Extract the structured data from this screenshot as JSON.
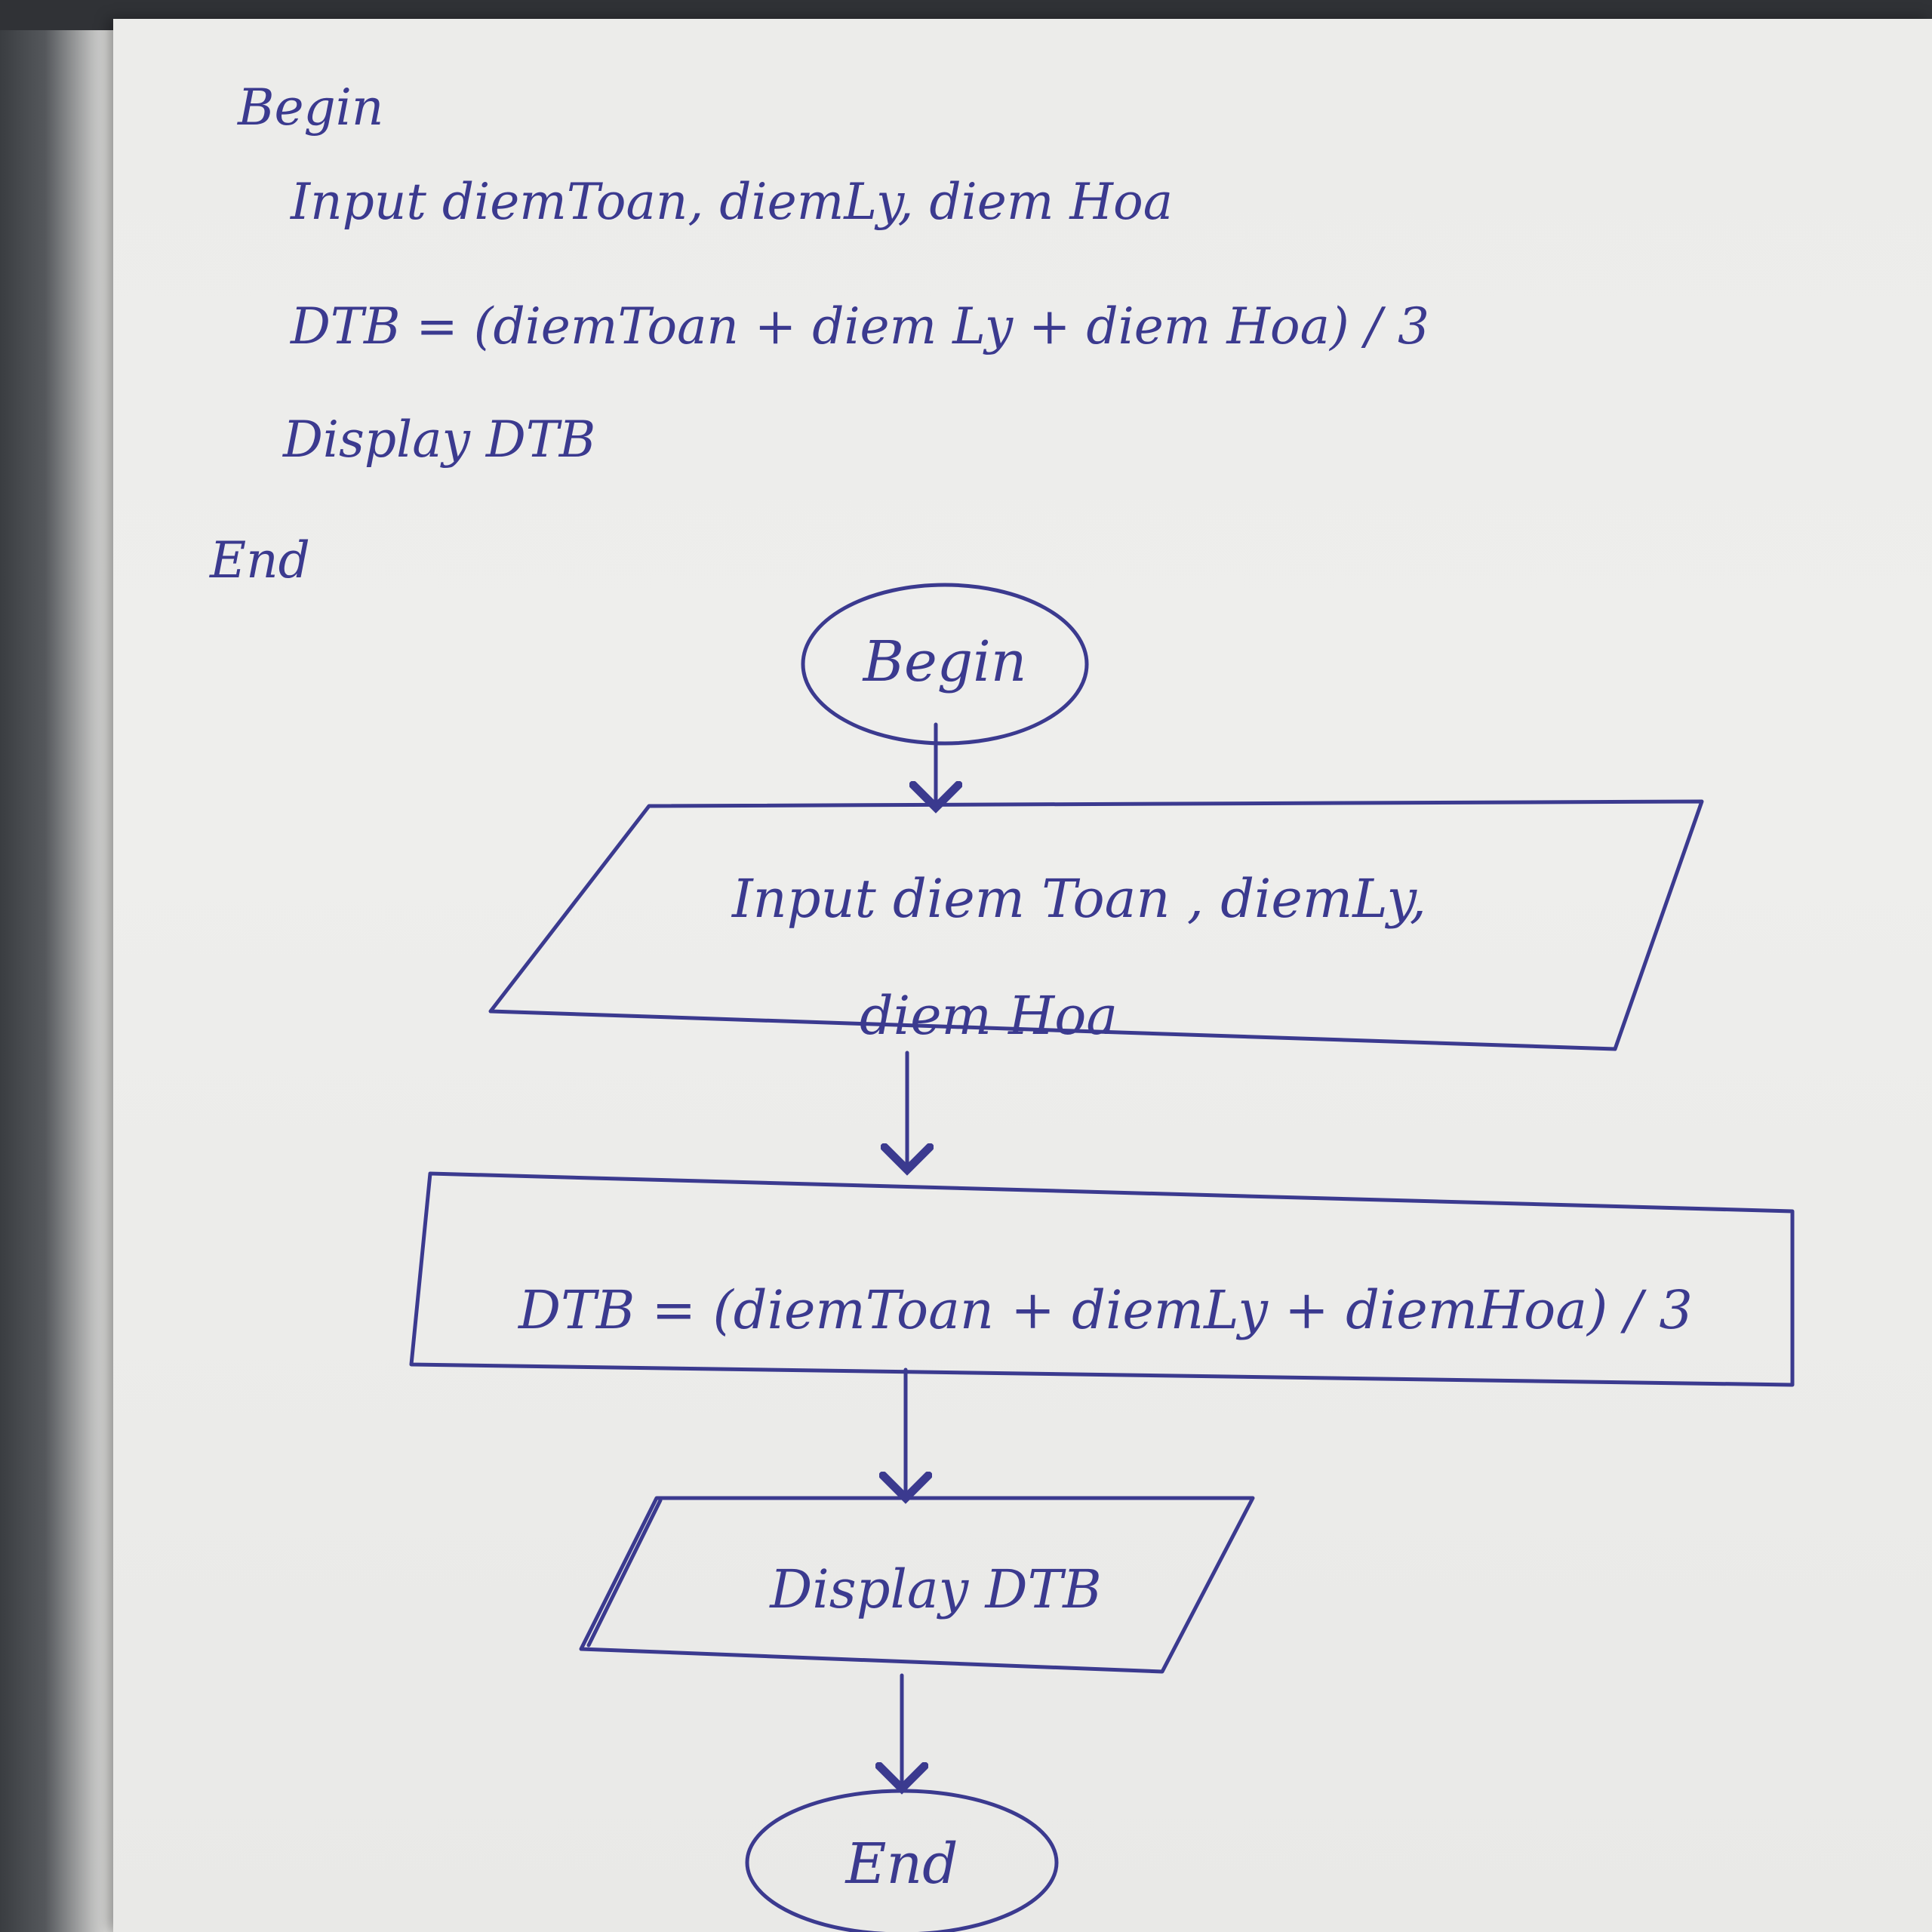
{
  "pseudocode": {
    "begin": "Begin",
    "input": "Input diemToan, diemLy, diem Hoa",
    "formula": "DTB = (diemToan + diem Ly + diem Hoa) / 3",
    "display": "Display DTB",
    "end": "End"
  },
  "flowchart": {
    "start_label": "Begin",
    "input_line1": "Input diem Toan , diemLy,",
    "input_line2": "diem Hoa",
    "process_label": "DTB = (diemToan + diemLy + diemHoa) / 3",
    "output_label": "Display DTB",
    "end_label": "End"
  },
  "colors": {
    "ink": "#3b3a8f",
    "paper": "#ececea"
  }
}
